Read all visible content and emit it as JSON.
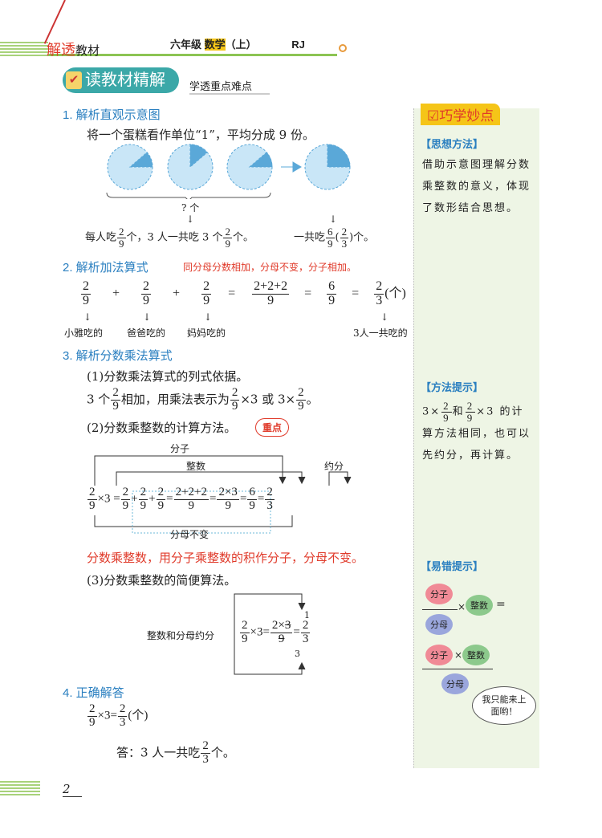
{
  "header": {
    "brand_a": "解透",
    "brand_b": "教材",
    "grade": "六年级",
    "subject": "数学",
    "term": "（上）",
    "edition": "RJ"
  },
  "banner": {
    "title": "读教材精解",
    "subtitle": "学透重点难点"
  },
  "s1": {
    "title": "1. 解析直观示意图",
    "intro": "将一个蛋糕看作单位“1”，平均分成 9 份。",
    "q": "? 个",
    "each_a": "每人吃",
    "each_b": "个，3 人一共吃 3 个",
    "each_c": "个。",
    "total_a": "一共吃",
    "total_b": "个。"
  },
  "s2": {
    "title": "2. 解析加法算式",
    "note": "同分母分数相加，分母不变，分子相加。",
    "unit": "(个)",
    "labels": [
      "小雅吃的",
      "爸爸吃的",
      "妈妈吃的",
      "3人一共吃的"
    ]
  },
  "s3": {
    "title": "3. 解析分数乘法算式",
    "p1": "(1)分数乘法算式的列式依据。",
    "p1b_a": "3 个",
    "p1b_b": "相加，用乘法表示为",
    "p1b_c": "×3 或 3×",
    "p1b_d": "。",
    "p2": "(2)分数乘整数的计算方法。",
    "key": "重点",
    "lbl_num": "分子",
    "lbl_int": "整数",
    "lbl_red": "约分",
    "lbl_den": "分母不变",
    "rule": "分数乘整数，用分子乘整数的积作分子，分母不变。",
    "p3": "(3)分数乘整数的简便算法。",
    "simp": "整数和分母约分"
  },
  "s4": {
    "title": "4. 正确解答",
    "unit": "(个)",
    "answer_a": "答：3 人一共吃",
    "answer_b": "个。"
  },
  "side": {
    "title": "巧学妙点",
    "h1": "【思想方法】",
    "t1": "借助示意图理解分数乘整数的意义，体现了数形结合思想。",
    "h2": "【方法提示】",
    "t2a": "3×",
    "t2b": "和",
    "t2c": "×3 的计算方法相同，也可以先约分，再计算。",
    "h3": "【易错提示】",
    "num": "分子",
    "den": "分母",
    "int": "整数",
    "speech": "我只能来上面哟！"
  },
  "page": "2"
}
